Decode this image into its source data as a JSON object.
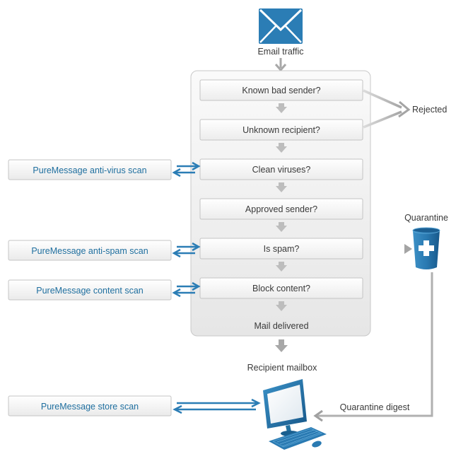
{
  "input": {
    "label": "Email traffic",
    "icon": "envelope-icon"
  },
  "checks": [
    {
      "label": "Known bad sender?"
    },
    {
      "label": "Unknown recipient?"
    },
    {
      "label": "Clean viruses?"
    },
    {
      "label": "Approved sender?"
    },
    {
      "label": "Is spam?"
    },
    {
      "label": "Block content?"
    }
  ],
  "delivered_label": "Mail delivered",
  "rejected_label": "Rejected",
  "quarantine": {
    "label": "Quarantine",
    "icon": "quarantine-bin-icon"
  },
  "recipient_label": "Recipient mailbox",
  "digest_label": "Quarantine digest",
  "scans": {
    "antivirus": "PureMessage anti-virus scan",
    "antispam": "PureMessage anti-spam scan",
    "content": "PureMessage content scan",
    "store": "PureMessage store scan"
  },
  "computer_icon": "computer-icon",
  "colors": {
    "accent_blue": "#1f6f9f",
    "envelope_blue": "#2b7db5",
    "arrow_gray": "#a8a8a8",
    "box_border": "#c4c4c4",
    "panel_border": "#c8c8c8"
  }
}
